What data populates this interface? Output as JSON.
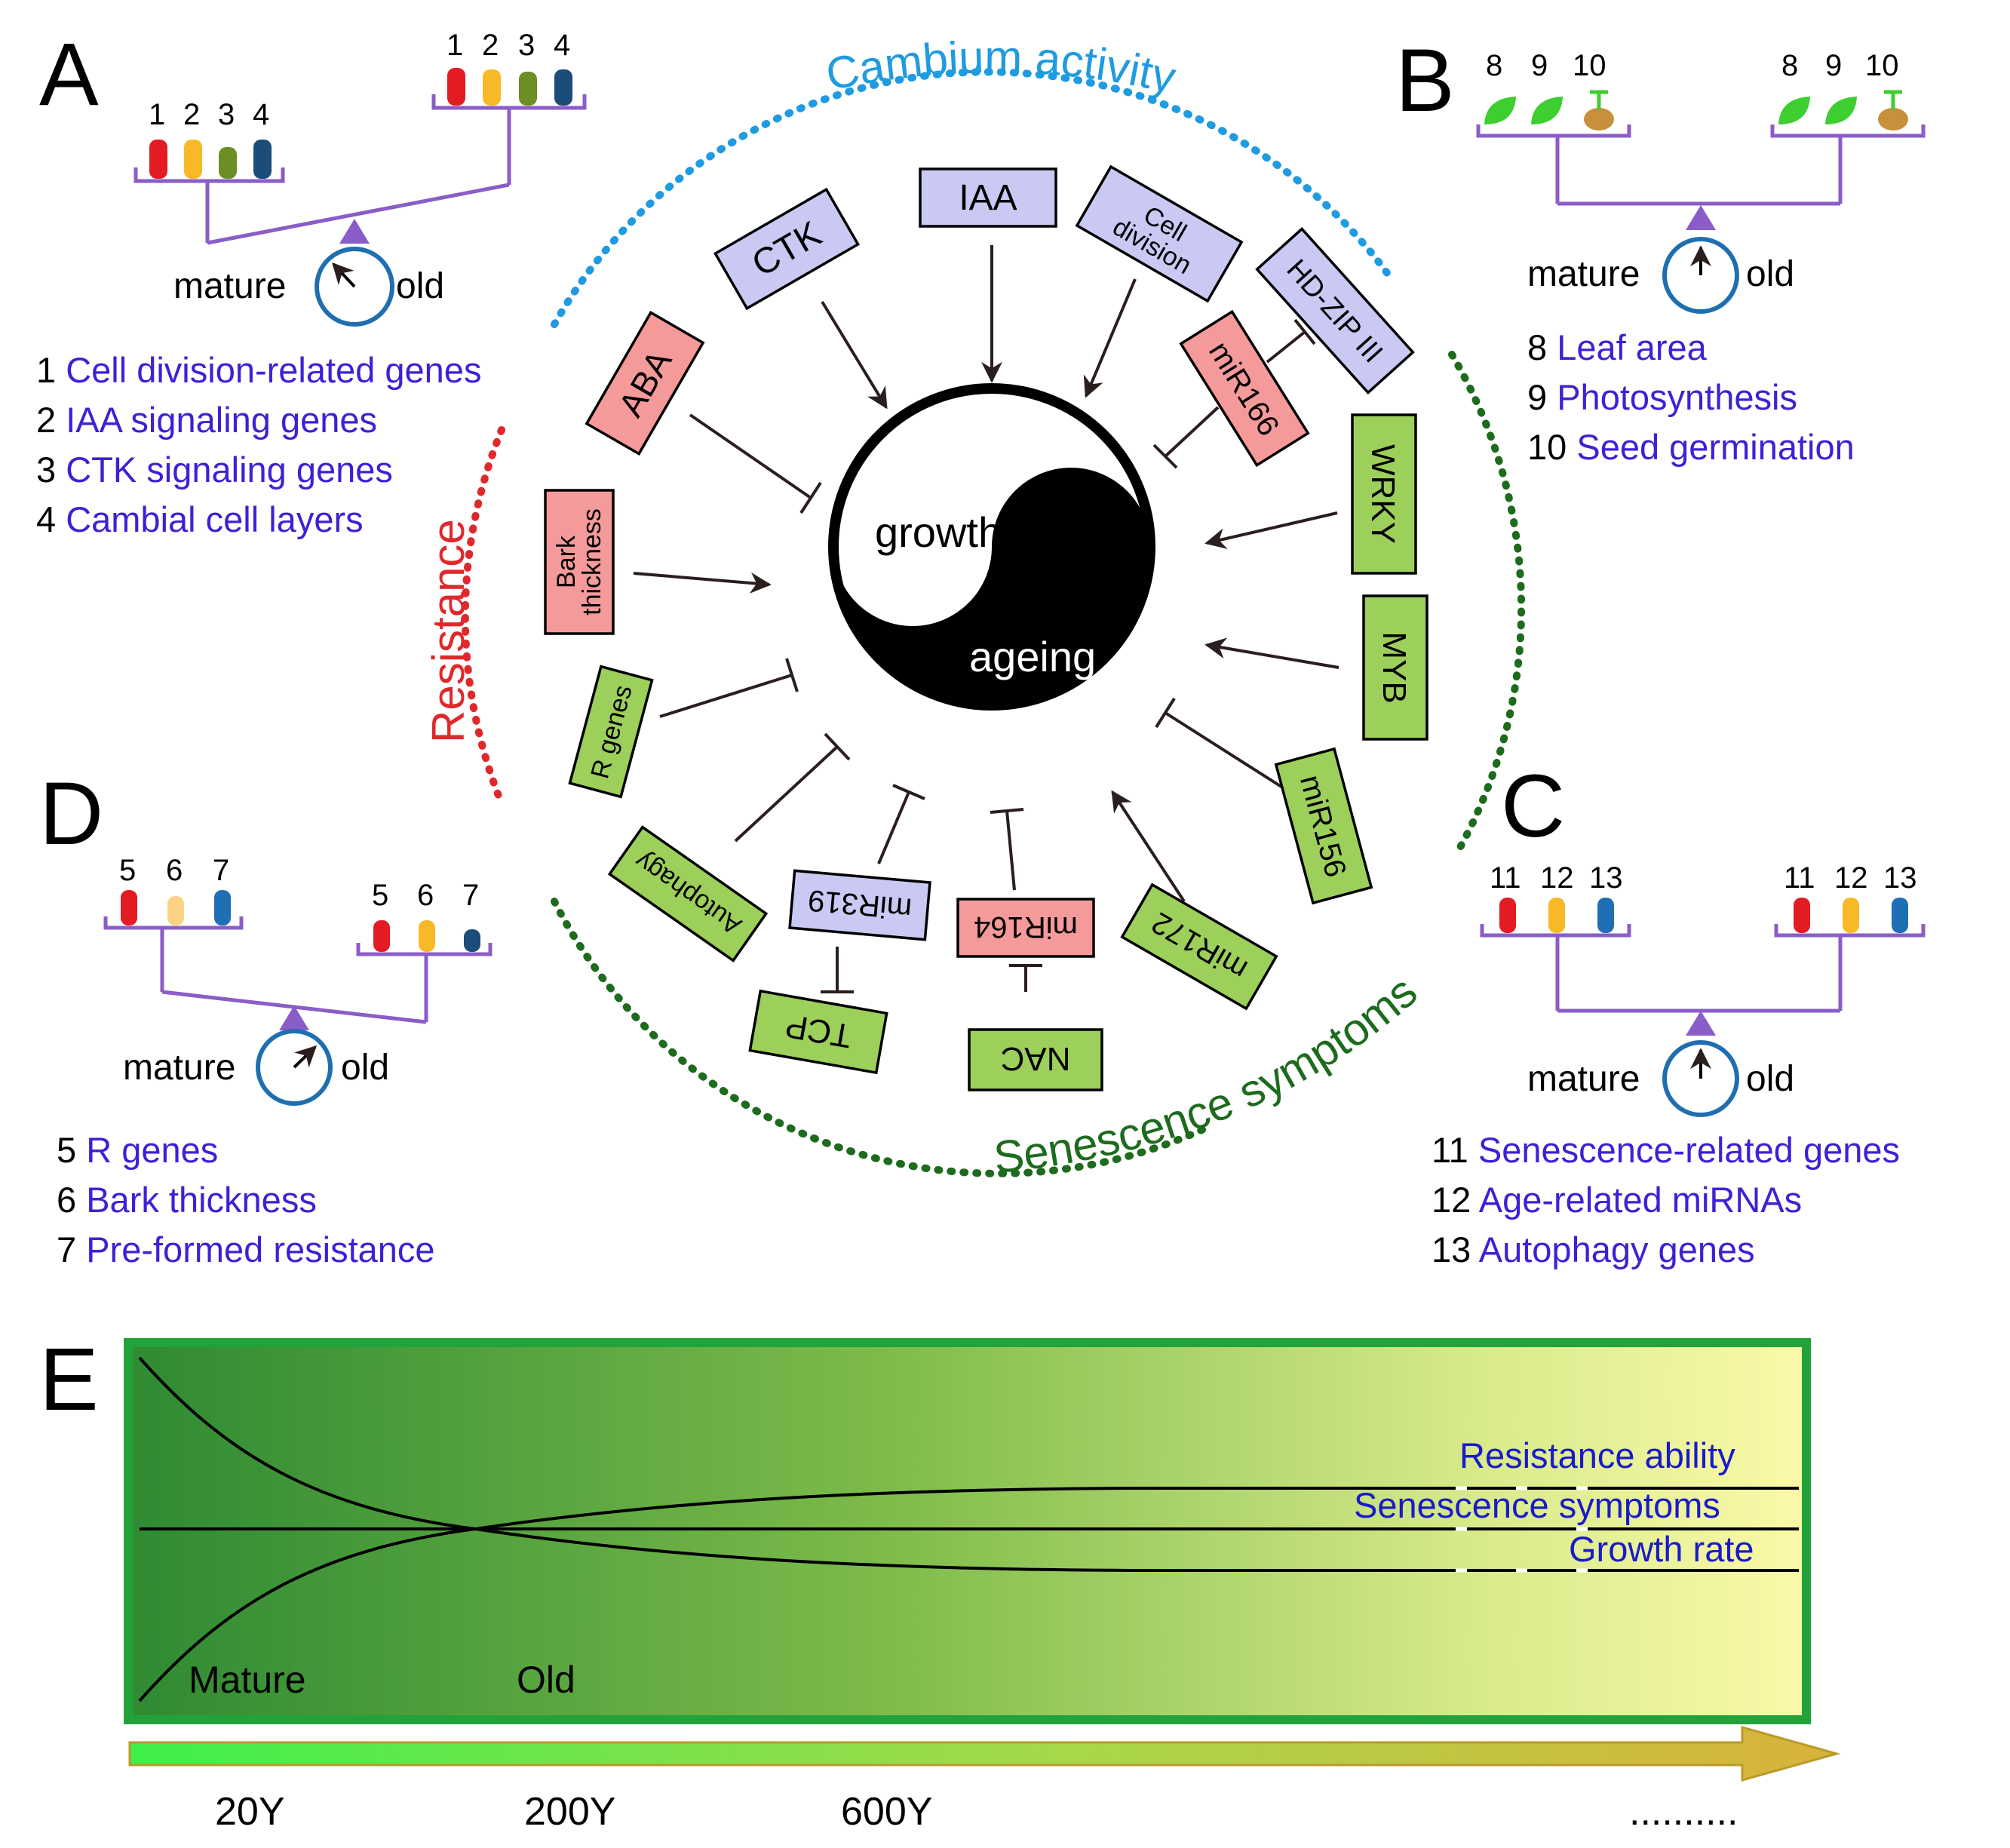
{
  "panels": {
    "A": {
      "letter": "A",
      "left_numbers": [
        "1",
        "2",
        "3",
        "4"
      ],
      "right_numbers": [
        "1",
        "2",
        "3",
        "4"
      ],
      "mature_label": "mature",
      "old_label": "old",
      "legend": [
        {
          "num": "1",
          "text": "Cell division-related genes"
        },
        {
          "num": "2",
          "text": "IAA signaling genes"
        },
        {
          "num": "3",
          "text": "CTK signaling genes"
        },
        {
          "num": "4",
          "text": "Cambial cell layers"
        }
      ]
    },
    "B": {
      "letter": "B",
      "left_numbers": [
        "8",
        "9",
        "10"
      ],
      "right_numbers": [
        "8",
        "9",
        "10"
      ],
      "mature_label": "mature",
      "old_label": "old",
      "legend": [
        {
          "num": "8",
          "text": "Leaf area"
        },
        {
          "num": "9",
          "text": "Photosynthesis"
        },
        {
          "num": "10",
          "text": "Seed germination"
        }
      ]
    },
    "C": {
      "letter": "C",
      "left_numbers": [
        "11",
        "12",
        "13"
      ],
      "right_numbers": [
        "11",
        "12",
        "13"
      ],
      "mature_label": "mature",
      "old_label": "old",
      "legend": [
        {
          "num": "11",
          "text": "Senescence-related genes"
        },
        {
          "num": "12",
          "text": "Age-related miRNAs"
        },
        {
          "num": "13",
          "text": "Autophagy genes"
        }
      ]
    },
    "D": {
      "letter": "D",
      "left_numbers": [
        "5",
        "6",
        "7"
      ],
      "right_numbers": [
        "5",
        "6",
        "7"
      ],
      "mature_label": "mature",
      "old_label": "old",
      "legend": [
        {
          "num": "5",
          "text": "R genes"
        },
        {
          "num": "6",
          "text": "Bark thickness"
        },
        {
          "num": "7",
          "text": "Pre-formed resistance"
        }
      ]
    },
    "E": {
      "letter": "E",
      "curve_labels": [
        "Resistance ability",
        "Senescence symptoms",
        "Growth rate"
      ],
      "stage_labels": [
        "Mature",
        "Old"
      ],
      "ages": [
        "20Y",
        "200Y",
        "600Y",
        ".........."
      ]
    }
  },
  "center": {
    "growth": "growth",
    "ageing": "ageing",
    "arcs": {
      "cambium": "Cambium activity",
      "resistance": "Resistance",
      "senescence": "Senescence symptoms"
    },
    "nodes": [
      {
        "label": "IAA",
        "color": "purple",
        "effect": "promote"
      },
      {
        "label": "CTK",
        "color": "purple",
        "effect": "promote"
      },
      {
        "label": "Cell division",
        "color": "purple",
        "effect": "promote"
      },
      {
        "label": "HD-ZIP III",
        "color": "purple",
        "effect": "inhibit"
      },
      {
        "label": "miR166",
        "color": "red",
        "effect": "inhibit"
      },
      {
        "label": "ABA",
        "color": "red",
        "effect": "inhibit"
      },
      {
        "label": "Bark thickness",
        "color": "red",
        "effect": "promote"
      },
      {
        "label": "R genes",
        "color": "green",
        "effect": "inhibit"
      },
      {
        "label": "Autophagy",
        "color": "green",
        "effect": "inhibit"
      },
      {
        "label": "miR319",
        "color": "purple",
        "effect": "inhibit"
      },
      {
        "label": "TCP",
        "color": "green",
        "effect": "inhibit"
      },
      {
        "label": "miR164",
        "color": "red",
        "effect": "inhibit"
      },
      {
        "label": "NAC",
        "color": "green",
        "effect": "inhibit"
      },
      {
        "label": "miR172",
        "color": "green",
        "effect": "promote"
      },
      {
        "label": "miR156",
        "color": "green",
        "effect": "inhibit"
      },
      {
        "label": "MYB",
        "color": "green",
        "effect": "promote"
      },
      {
        "label": "WRKY",
        "color": "green",
        "effect": "promote"
      }
    ]
  },
  "colors": {
    "purple_box": "#c9c9f3",
    "red_box": "#f59a9a",
    "green_box": "#9dcf5b",
    "cambium_arc": "#1f9be0",
    "resistance_arc": "#e0282c",
    "senescence_arc": "#1d6b1d",
    "legend_text": "#3b22d6",
    "scale_purple": "#8a5dc8"
  }
}
